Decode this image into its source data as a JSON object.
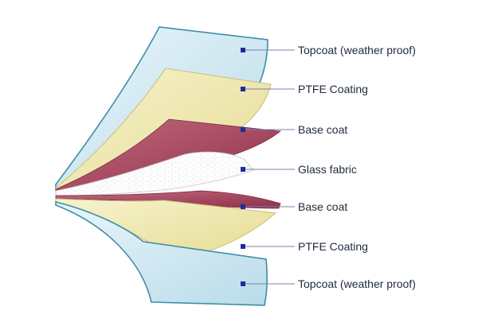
{
  "layers": [
    {
      "label": "Topcoat (weather proof)",
      "material": "topcoat"
    },
    {
      "label": "PTFE Coating",
      "material": "ptfe"
    },
    {
      "label": "Base coat",
      "material": "basecoat"
    },
    {
      "label": "Glass fabric",
      "material": "glass-fabric"
    },
    {
      "label": "Base coat",
      "material": "basecoat"
    },
    {
      "label": "PTFE Coating",
      "material": "ptfe"
    },
    {
      "label": "Topcoat (weather proof)",
      "material": "topcoat"
    }
  ],
  "colors": {
    "topcoat": "#cfe7f1",
    "ptfe": "#efe9ad",
    "basecoat": "#a8445c",
    "glass_fabric": "#f2f2f2",
    "marker": "#1f2a9c",
    "leader": "#7a80a8"
  }
}
